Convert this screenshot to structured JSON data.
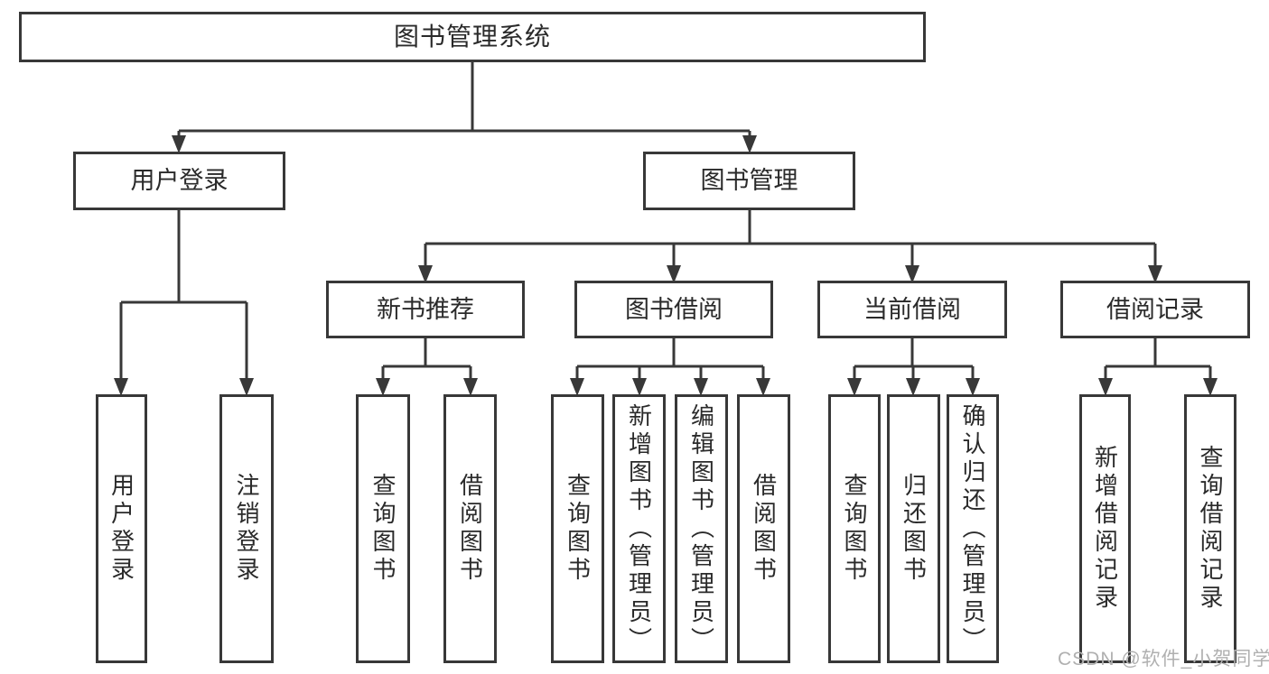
{
  "diagram": {
    "type": "hierarchy-tree",
    "tree": {
      "label": "图书管理系统",
      "children": [
        {
          "label": "用户登录",
          "children": [
            {
              "label": "用户登录"
            },
            {
              "label": "注销登录"
            }
          ]
        },
        {
          "label": "图书管理",
          "children": [
            {
              "label": "新书推荐",
              "children": [
                {
                  "label": "查询图书"
                },
                {
                  "label": "借阅图书"
                }
              ]
            },
            {
              "label": "图书借阅",
              "children": [
                {
                  "label": "查询图书"
                },
                {
                  "label": "新增图书（管理员）"
                },
                {
                  "label": "编辑图书（管理员）"
                },
                {
                  "label": "借阅图书"
                }
              ]
            },
            {
              "label": "当前借阅",
              "children": [
                {
                  "label": "查询图书"
                },
                {
                  "label": "归还图书"
                },
                {
                  "label": "确认归还（管理员）"
                }
              ]
            },
            {
              "label": "借阅记录",
              "children": [
                {
                  "label": "新增借阅记录"
                },
                {
                  "label": "查询借阅记录"
                }
              ]
            }
          ]
        }
      ]
    },
    "colors": {
      "line": "#383838",
      "box_border": "#383838",
      "box_fill": "#ffffff",
      "text": "#2a2a2a",
      "background": "#ffffff",
      "watermark": "#b0b0b0"
    }
  },
  "watermark": "CSDN @软件_小贺同学"
}
